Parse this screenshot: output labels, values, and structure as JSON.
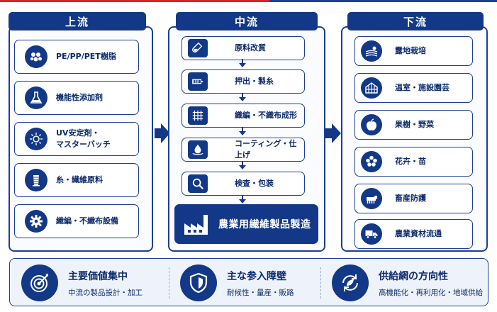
{
  "upstream": {
    "title": "上流",
    "items": [
      {
        "label": "PE/PP/PET樹脂",
        "icon": "resin-pellets-icon"
      },
      {
        "label": "機能性添加剤",
        "icon": "flask-icon"
      },
      {
        "label": "UV安定剤・\nマスターバッチ",
        "icon": "sun-shield-icon"
      },
      {
        "label": "糸・繊維原料",
        "icon": "thread-spool-icon"
      },
      {
        "label": "織編・不織布設備",
        "icon": "gear-icon"
      }
    ]
  },
  "midstream": {
    "title": "中流",
    "items": [
      {
        "label": "原料改質",
        "icon": "test-tube-icon"
      },
      {
        "label": "押出・製糸",
        "icon": "extruder-icon"
      },
      {
        "label": "織編・不織布成形",
        "icon": "mesh-icon"
      },
      {
        "label": "コーティング・仕上げ",
        "icon": "droplet-icon"
      },
      {
        "label": "検査・包装",
        "icon": "magnifier-icon"
      }
    ],
    "final": {
      "label": "農業用繊維製品製造",
      "icon": "factory-icon"
    }
  },
  "downstream": {
    "title": "下流",
    "items": [
      {
        "label": "露地栽培",
        "icon": "field-icon"
      },
      {
        "label": "温室・施設園芸",
        "icon": "greenhouse-icon"
      },
      {
        "label": "果樹・野菜",
        "icon": "apple-icon"
      },
      {
        "label": "花卉・苗",
        "icon": "flower-icon"
      },
      {
        "label": "畜産防護",
        "icon": "cow-icon"
      },
      {
        "label": "農業資材流通",
        "icon": "truck-icon"
      }
    ]
  },
  "features": [
    {
      "title": "主要価値集中",
      "sub": "中流の製品設計・加工",
      "icon": "target-icon"
    },
    {
      "title": "主な参入障壁",
      "sub": "耐候性・量産・販路",
      "icon": "shield-icon"
    },
    {
      "title": "供給網の方向性",
      "sub": "高機能化・再利用化・地域供給",
      "icon": "recycle-leaf-icon"
    }
  ],
  "colors": {
    "navy": "#133887",
    "accent_red": "#d8232a",
    "background": "#ffffff"
  }
}
